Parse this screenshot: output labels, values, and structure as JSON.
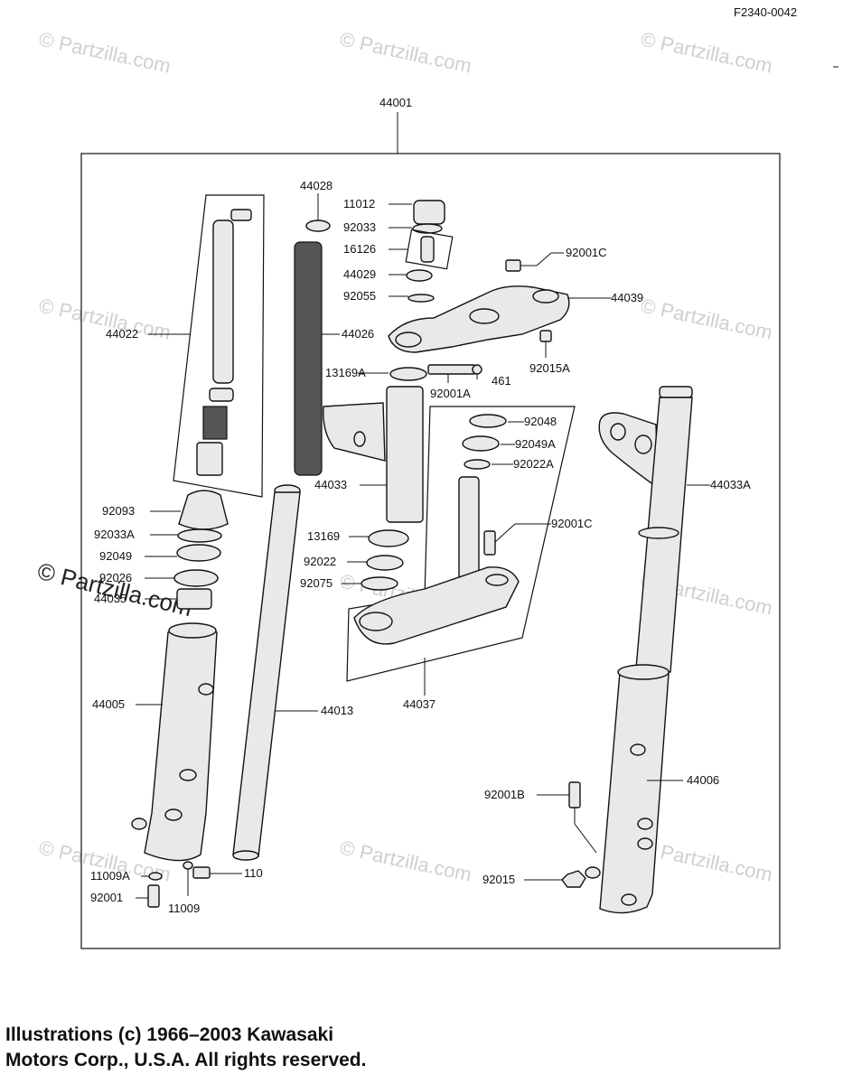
{
  "figure_id": "F2340-0042",
  "watermark": "© Partzilla.com",
  "copyright": {
    "line1": "Illustrations (c) 1966–2003 Kawasaki",
    "line2": "Motors Corp., U.S.A.  All rights reserved."
  },
  "labels": {
    "a44001": "44001",
    "a44028": "44028",
    "a11012": "11012",
    "a92033": "92033",
    "a16126": "16126",
    "a44029": "44029",
    "a92055": "92055",
    "a92001C_top": "92001C",
    "a44039": "44039",
    "a44022": "44022",
    "a44026": "44026",
    "a92015A": "92015A",
    "a13169A": "13169A",
    "a461": "461",
    "a92001A": "92001A",
    "a92048": "92048",
    "a92049A": "92049A",
    "a92022A": "92022A",
    "a44033": "44033",
    "a44033A": "44033A",
    "a92093": "92093",
    "a92033A": "92033A",
    "a92049": "92049",
    "a92026": "92026",
    "a44005_ovl": "44035",
    "a13169": "13169",
    "a92001C_mid": "92001C",
    "a92022": "92022",
    "a92075": "92075",
    "a44037": "44037",
    "a44005": "44005",
    "a44013": "44013",
    "a44006": "44006",
    "a92001B": "92001B",
    "a92015": "92015",
    "a11009A": "11009A",
    "a110": "110",
    "a92001": "92001",
    "a11009": "11009"
  }
}
